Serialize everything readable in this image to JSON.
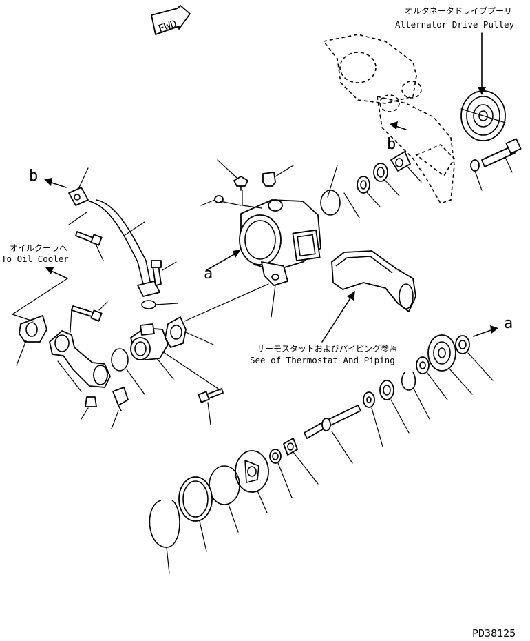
{
  "labels": {
    "fwd": "FWD",
    "alternator_pulley_jp": "オルタネータドライブプーリ",
    "alternator_pulley_en": "Alternator Drive Pulley",
    "oil_cooler_jp": "オイルクーラへ",
    "oil_cooler_en": "To Oil Cooler",
    "thermostat_jp": "サーモスタットおよびパイピング参照",
    "thermostat_en": "See of Thermostat And Piping",
    "ref_a_left": "a",
    "ref_a_right": "a",
    "ref_b_left": "b",
    "ref_b_right": "b",
    "figure_code": "PD38125"
  }
}
